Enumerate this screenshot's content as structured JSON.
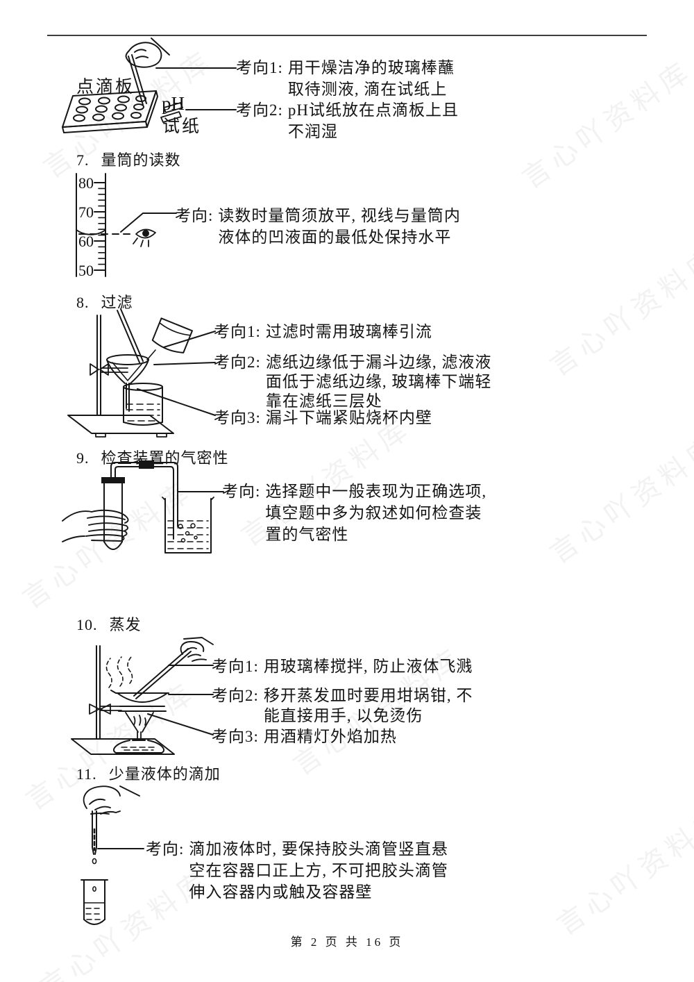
{
  "page": {
    "watermark": "言心吖资料库",
    "footer": "第 2 页 共 16 页"
  },
  "ph_section": {
    "labels": {
      "plate": "点滴板",
      "ph": "pH",
      "paper": "试纸"
    },
    "items": [
      {
        "label": "考向1:",
        "text": "用干燥洁净的玻璃棒蘸\n取待测液, 滴在试纸上"
      },
      {
        "label": "考向2:",
        "text": "pH试纸放在点滴板上且\n不润湿"
      }
    ]
  },
  "sections": [
    {
      "number": "7.",
      "title": "量筒的读数",
      "scale": [
        "80",
        "70",
        "60",
        "50"
      ],
      "items": [
        {
          "label": "考向:",
          "text": "读数时量筒须放平, 视线与量筒内\n液体的凹液面的最低处保持水平"
        }
      ]
    },
    {
      "number": "8.",
      "title": "过滤",
      "items": [
        {
          "label": "考向1:",
          "text": "过滤时需用玻璃棒引流"
        },
        {
          "label": "考向2:",
          "text": "滤纸边缘低于漏斗边缘, 滤液液\n面低于滤纸边缘, 玻璃棒下端轻\n靠在滤纸三层处"
        },
        {
          "label": "考向3:",
          "text": "漏斗下端紧贴烧杯内壁"
        }
      ]
    },
    {
      "number": "9.",
      "title": "检查装置的气密性",
      "items": [
        {
          "label": "考向:",
          "text": "选择题中一般表现为正确选项,\n填空题中多为叙述如何检查装\n置的气密性"
        }
      ]
    },
    {
      "number": "10.",
      "title": "蒸发",
      "items": [
        {
          "label": "考向1:",
          "text": "用玻璃棒搅拌, 防止液体飞溅"
        },
        {
          "label": "考向2:",
          "text": "移开蒸发皿时要用坩埚钳, 不\n能直接用手, 以免烫伤"
        },
        {
          "label": "考向3:",
          "text": "用酒精灯外焰加热"
        }
      ]
    },
    {
      "number": "11.",
      "title": "少量液体的滴加",
      "items": [
        {
          "label": "考向:",
          "text": "滴加液体时, 要保持胶头滴管竖直悬\n空在容器口正上方, 不可把胶头滴管\n伸入容器内或触及容器壁"
        }
      ]
    }
  ]
}
